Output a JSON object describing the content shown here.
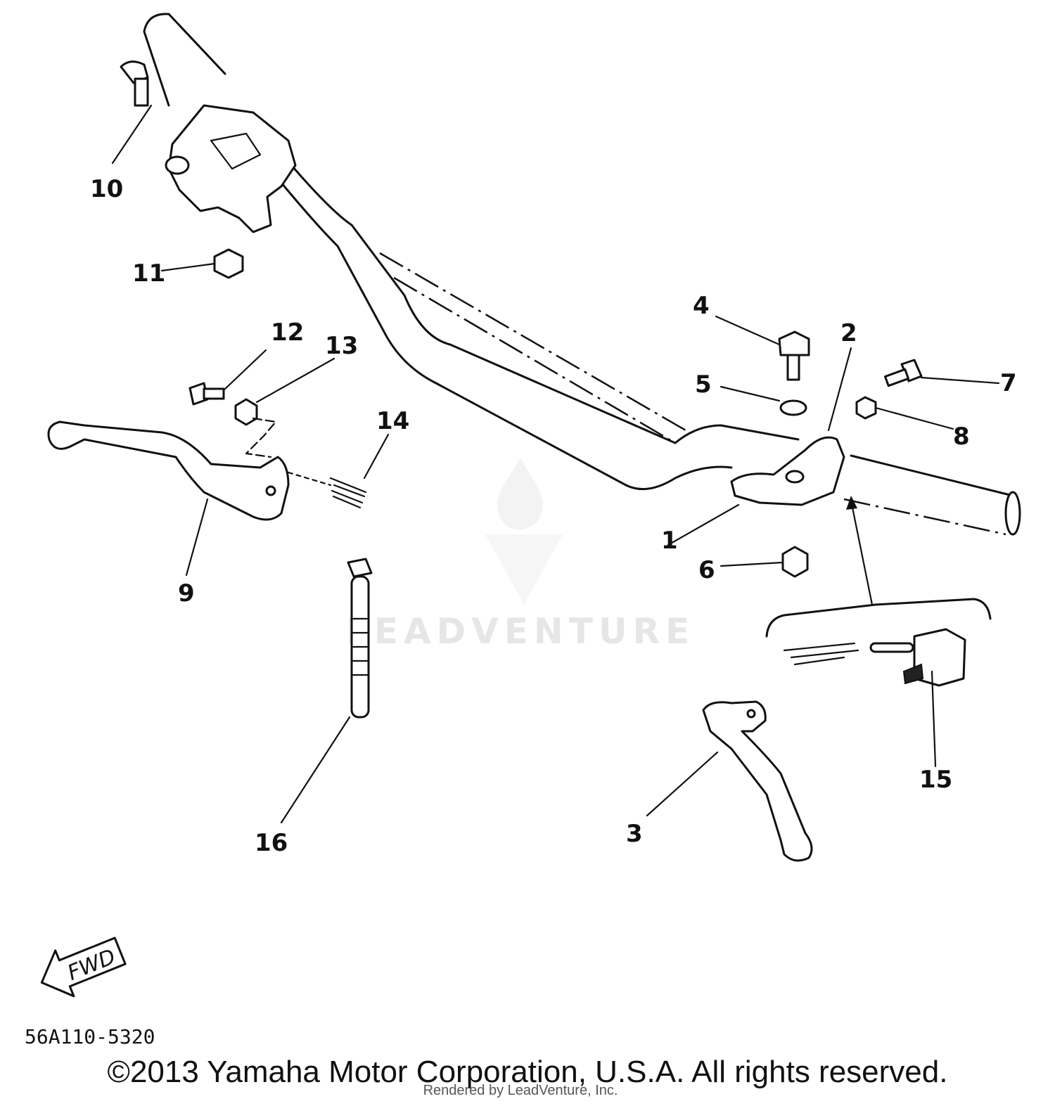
{
  "watermark": "LEADVENTURE",
  "callouts": [
    "1",
    "2",
    "3",
    "4",
    "5",
    "6",
    "7",
    "8",
    "9",
    "10",
    "11",
    "12",
    "13",
    "14",
    "15",
    "16"
  ],
  "fwd_label": "FWD",
  "diagram_code": "56A110-5320",
  "copyright": "©2013 Yamaha Motor Corporation, U.S.A. All rights reserved.",
  "rendered_by": "Rendered by LeadVenture, Inc."
}
